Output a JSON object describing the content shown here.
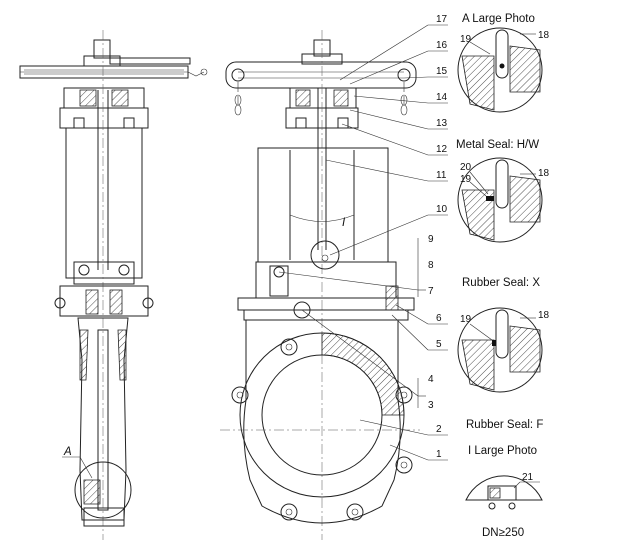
{
  "detail_views": {
    "a_large_photo": {
      "title": "A Large Photo",
      "labels": [
        "19",
        "18"
      ]
    },
    "metal_seal": {
      "title": "Metal Seal: H/W",
      "labels": [
        "20",
        "19",
        "18"
      ]
    },
    "rubber_seal_x": {
      "title": "Rubber Seal: X",
      "labels": [
        "19",
        "18"
      ]
    },
    "rubber_seal_f": {
      "title": "Rubber Seal: F"
    },
    "i_large_photo": {
      "title": "I Large Photo",
      "labels": [
        "21"
      ],
      "caption": "DN≥250"
    }
  },
  "side_view": {
    "view_label": "A"
  },
  "front_view": {
    "view_label": "I"
  },
  "part_numbers": [
    "1",
    "2",
    "3",
    "4",
    "5",
    "6",
    "7",
    "8",
    "9",
    "10",
    "11",
    "12",
    "13",
    "14",
    "15",
    "16",
    "17"
  ]
}
